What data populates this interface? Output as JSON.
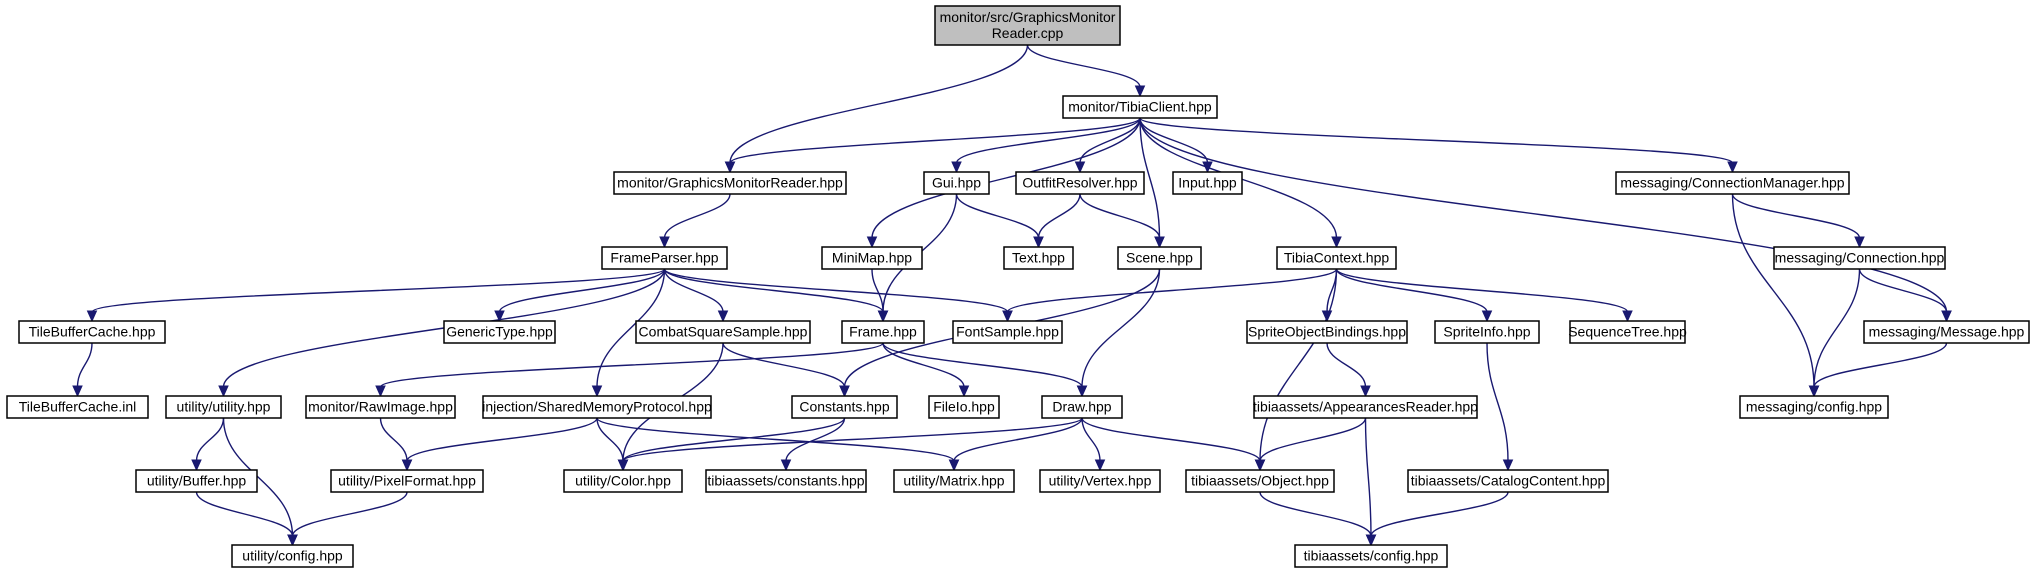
{
  "diagram": {
    "nodes": [
      {
        "id": "root",
        "lines": [
          "monitor/src/GraphicsMonitor",
          "Reader.cpp"
        ],
        "root": true
      },
      {
        "id": "tibiaclient",
        "lines": [
          "monitor/TibiaClient.hpp"
        ]
      },
      {
        "id": "gmreader",
        "lines": [
          "monitor/GraphicsMonitorReader.hpp"
        ]
      },
      {
        "id": "framepars",
        "lines": [
          "FrameParser.hpp"
        ]
      },
      {
        "id": "gui",
        "lines": [
          "Gui.hpp"
        ]
      },
      {
        "id": "outfit",
        "lines": [
          "OutfitResolver.hpp"
        ]
      },
      {
        "id": "input",
        "lines": [
          "Input.hpp"
        ]
      },
      {
        "id": "connmgr",
        "lines": [
          "messaging/ConnectionManager.hpp"
        ]
      },
      {
        "id": "minimap",
        "lines": [
          "MiniMap.hpp"
        ]
      },
      {
        "id": "text",
        "lines": [
          "Text.hpp"
        ]
      },
      {
        "id": "scene",
        "lines": [
          "Scene.hpp"
        ]
      },
      {
        "id": "tibiactx",
        "lines": [
          "TibiaContext.hpp"
        ]
      },
      {
        "id": "connection",
        "lines": [
          "messaging/Connection.hpp"
        ]
      },
      {
        "id": "tilecache",
        "lines": [
          "TileBufferCache.hpp"
        ]
      },
      {
        "id": "generic",
        "lines": [
          "GenericType.hpp"
        ]
      },
      {
        "id": "combat",
        "lines": [
          "CombatSquareSample.hpp"
        ]
      },
      {
        "id": "frame",
        "lines": [
          "Frame.hpp"
        ]
      },
      {
        "id": "fontsample",
        "lines": [
          "FontSample.hpp"
        ]
      },
      {
        "id": "spritebind",
        "lines": [
          "SpriteObjectBindings.hpp"
        ]
      },
      {
        "id": "spriteinfo",
        "lines": [
          "SpriteInfo.hpp"
        ]
      },
      {
        "id": "seqtree",
        "lines": [
          "SequenceTree.hpp"
        ]
      },
      {
        "id": "message",
        "lines": [
          "messaging/Message.hpp"
        ]
      },
      {
        "id": "tilecacheinl",
        "lines": [
          "TileBufferCache.inl"
        ]
      },
      {
        "id": "utilutil",
        "lines": [
          "utility/utility.hpp"
        ]
      },
      {
        "id": "rawimage",
        "lines": [
          "monitor/RawImage.hpp"
        ]
      },
      {
        "id": "shmem",
        "lines": [
          "injection/SharedMemoryProtocol.hpp"
        ]
      },
      {
        "id": "constants",
        "lines": [
          "Constants.hpp"
        ]
      },
      {
        "id": "fileio",
        "lines": [
          "FileIo.hpp"
        ]
      },
      {
        "id": "draw",
        "lines": [
          "Draw.hpp"
        ]
      },
      {
        "id": "appreader",
        "lines": [
          "tibiaassets/AppearancesReader.hpp"
        ]
      },
      {
        "id": "msgconfig",
        "lines": [
          "messaging/config.hpp"
        ]
      },
      {
        "id": "buffer",
        "lines": [
          "utility/Buffer.hpp"
        ]
      },
      {
        "id": "pixfmt",
        "lines": [
          "utility/PixelFormat.hpp"
        ]
      },
      {
        "id": "color",
        "lines": [
          "utility/Color.hpp"
        ]
      },
      {
        "id": "taconst",
        "lines": [
          "tibiaassets/constants.hpp"
        ]
      },
      {
        "id": "matrix",
        "lines": [
          "utility/Matrix.hpp"
        ]
      },
      {
        "id": "vertex",
        "lines": [
          "utility/Vertex.hpp"
        ]
      },
      {
        "id": "object",
        "lines": [
          "tibiaassets/Object.hpp"
        ]
      },
      {
        "id": "catalog",
        "lines": [
          "tibiaassets/CatalogContent.hpp"
        ]
      },
      {
        "id": "utilconfig",
        "lines": [
          "utility/config.hpp"
        ]
      },
      {
        "id": "taconfig",
        "lines": [
          "tibiaassets/config.hpp"
        ]
      }
    ],
    "edges": [
      [
        "root",
        "gmreader"
      ],
      [
        "root",
        "tibiaclient"
      ],
      [
        "tibiaclient",
        "gmreader"
      ],
      [
        "tibiaclient",
        "gui"
      ],
      [
        "tibiaclient",
        "outfit"
      ],
      [
        "tibiaclient",
        "input"
      ],
      [
        "tibiaclient",
        "connmgr"
      ],
      [
        "tibiaclient",
        "minimap"
      ],
      [
        "tibiaclient",
        "scene"
      ],
      [
        "tibiaclient",
        "tibiactx"
      ],
      [
        "tibiaclient",
        "message"
      ],
      [
        "gmreader",
        "framepars"
      ],
      [
        "framepars",
        "tilecache"
      ],
      [
        "framepars",
        "generic"
      ],
      [
        "framepars",
        "combat"
      ],
      [
        "framepars",
        "frame"
      ],
      [
        "framepars",
        "fontsample"
      ],
      [
        "framepars",
        "utilutil"
      ],
      [
        "framepars",
        "shmem"
      ],
      [
        "gui",
        "text"
      ],
      [
        "gui",
        "frame"
      ],
      [
        "outfit",
        "text"
      ],
      [
        "outfit",
        "scene"
      ],
      [
        "connmgr",
        "connection"
      ],
      [
        "connmgr",
        "msgconfig"
      ],
      [
        "minimap",
        "frame"
      ],
      [
        "scene",
        "constants"
      ],
      [
        "scene",
        "draw"
      ],
      [
        "tibiactx",
        "fontsample"
      ],
      [
        "tibiactx",
        "spritebind"
      ],
      [
        "tibiactx",
        "spriteinfo"
      ],
      [
        "tibiactx",
        "seqtree"
      ],
      [
        "tibiactx",
        "object"
      ],
      [
        "connection",
        "message"
      ],
      [
        "connection",
        "msgconfig"
      ],
      [
        "message",
        "msgconfig"
      ],
      [
        "tilecache",
        "tilecacheinl"
      ],
      [
        "combat",
        "constants"
      ],
      [
        "combat",
        "color"
      ],
      [
        "frame",
        "rawimage"
      ],
      [
        "frame",
        "fileio"
      ],
      [
        "frame",
        "draw"
      ],
      [
        "spritebind",
        "appreader"
      ],
      [
        "spriteinfo",
        "catalog"
      ],
      [
        "utilutil",
        "buffer"
      ],
      [
        "utilutil",
        "utilconfig"
      ],
      [
        "rawimage",
        "pixfmt"
      ],
      [
        "shmem",
        "pixfmt"
      ],
      [
        "shmem",
        "color"
      ],
      [
        "shmem",
        "matrix"
      ],
      [
        "constants",
        "color"
      ],
      [
        "constants",
        "taconst"
      ],
      [
        "draw",
        "color"
      ],
      [
        "draw",
        "matrix"
      ],
      [
        "draw",
        "vertex"
      ],
      [
        "draw",
        "object"
      ],
      [
        "appreader",
        "object"
      ],
      [
        "appreader",
        "taconfig"
      ],
      [
        "buffer",
        "utilconfig"
      ],
      [
        "pixfmt",
        "utilconfig"
      ],
      [
        "object",
        "taconfig"
      ],
      [
        "catalog",
        "taconfig"
      ]
    ]
  }
}
